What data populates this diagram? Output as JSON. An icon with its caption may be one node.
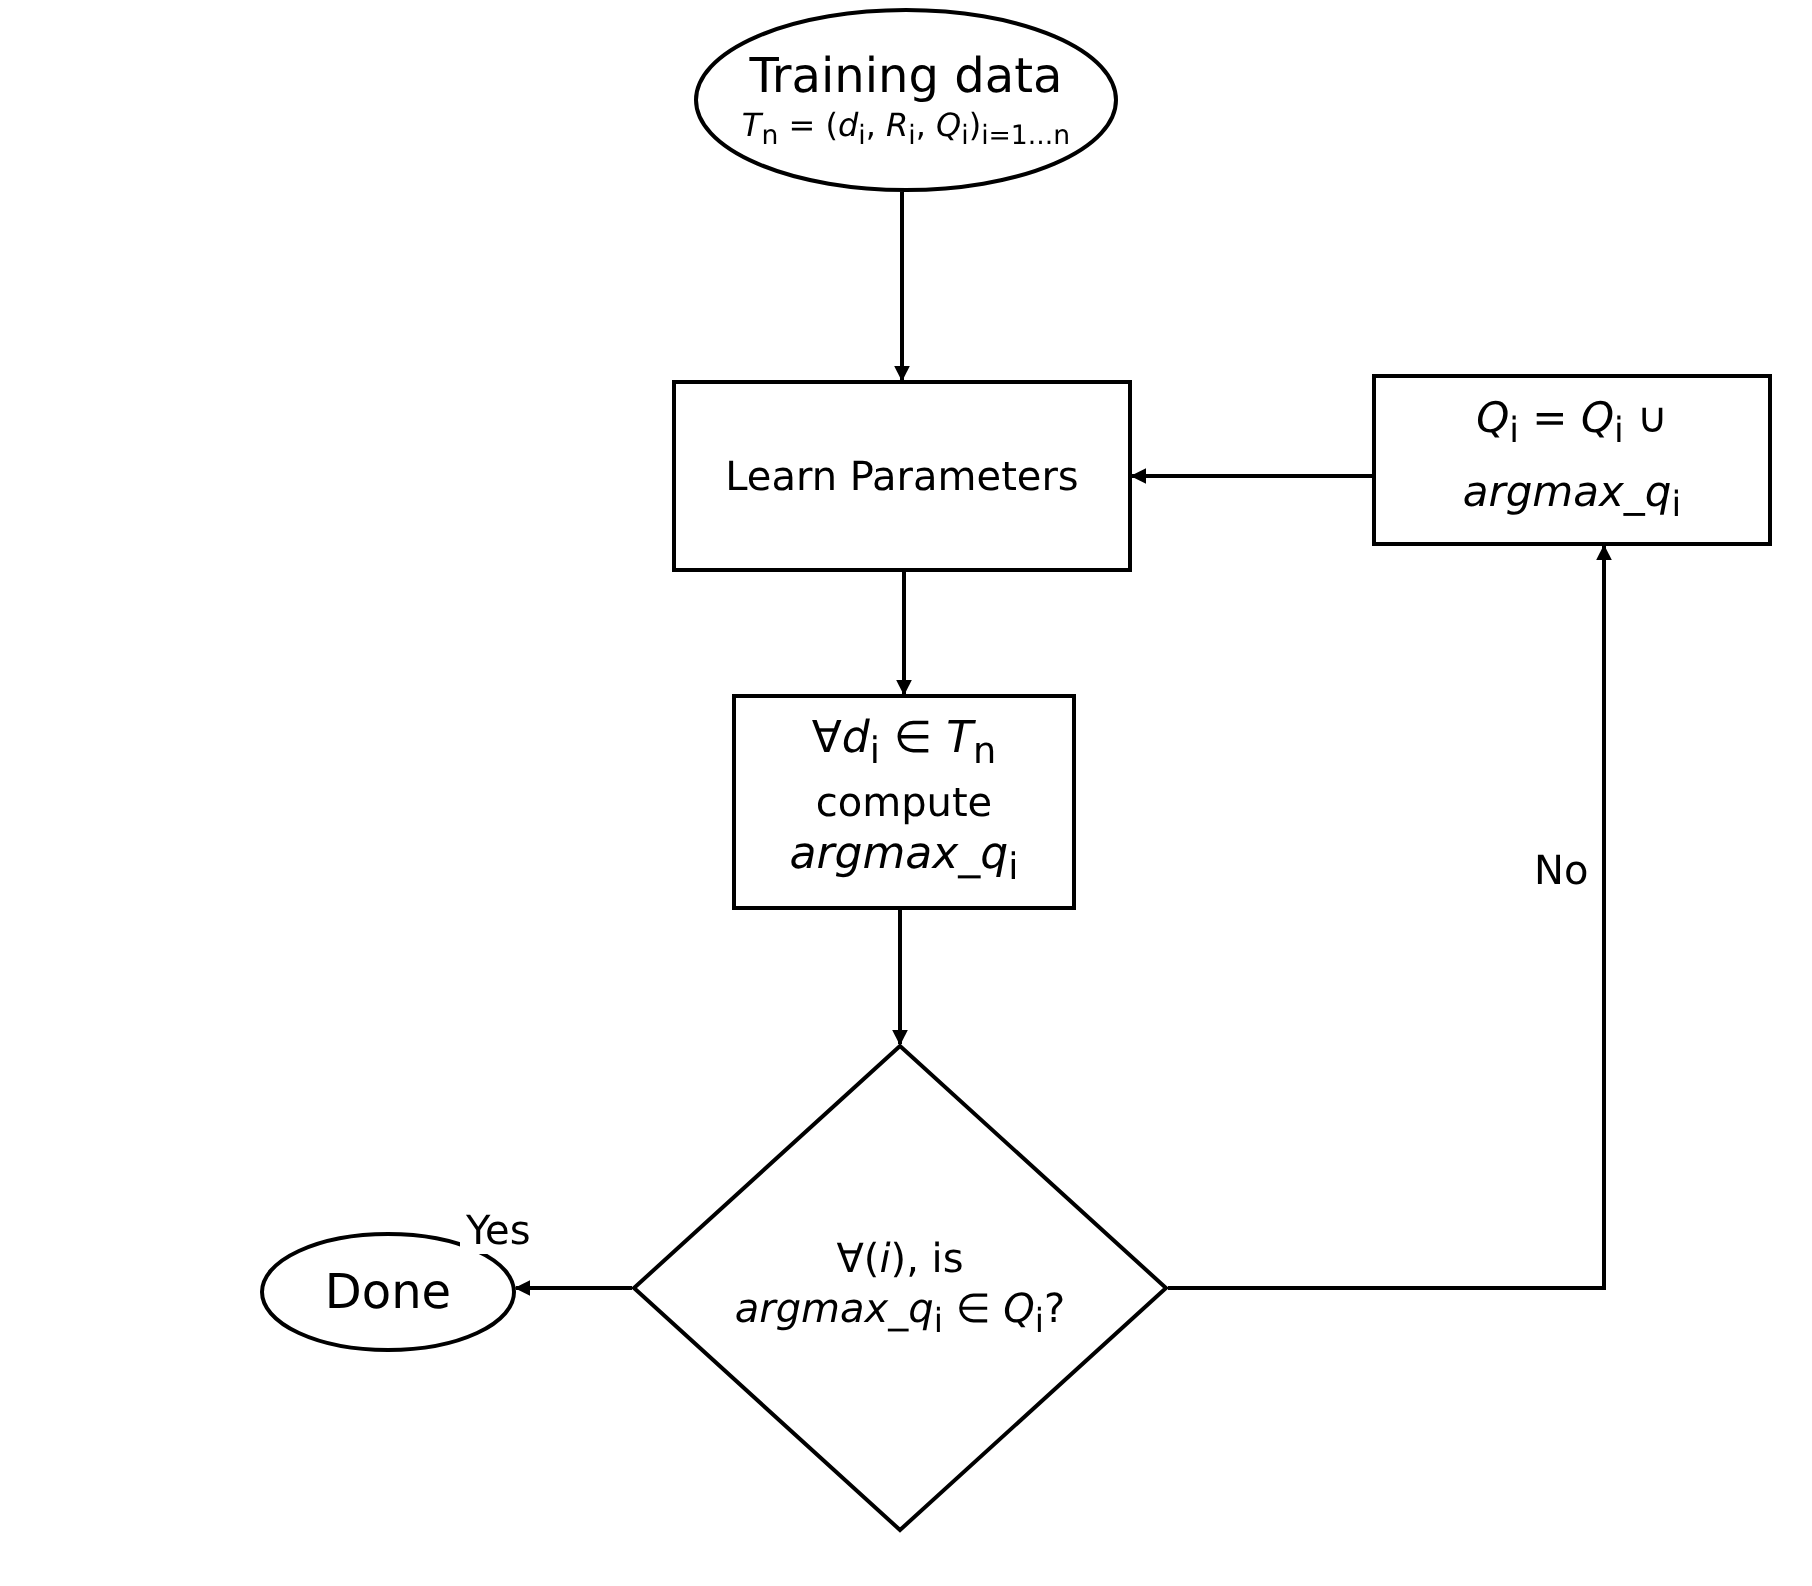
{
  "diagram": {
    "nodes": [
      {
        "text": [
          "Training data",
          "*T*$_{n}$ = (*d*$_{i}$, *R*$_{i}$, *Q*$_{i}$)$_{i=1...n}$"
        ]
      },
      {
        "text": [
          "Learn Parameters"
        ]
      },
      {
        "text": [
          "*Q*$_{i}$ = *Q*$_{i}$ ∪ *argmax_q*$_{i}$"
        ]
      },
      {
        "text": [
          "∀*d*$_{i}$ ∈ *T*$_{n}$",
          "compute",
          "*argmax_q*$_{i}$"
        ]
      },
      {
        "text": [
          "∀(*i*), is",
          "*argmax_q*$_{i}$ ∈ *Q*$_{i}$?"
        ]
      },
      {
        "text": [
          "Done"
        ]
      }
    ],
    "edges": [
      {
        "from": 0,
        "to": 1,
        "arrow": "to"
      },
      {
        "from": 1,
        "to": 3,
        "arrow": "to"
      },
      {
        "from": 3,
        "to": 4,
        "arrow": "to"
      },
      {
        "from": 4,
        "to": 5,
        "arrow": "to",
        "label": "Yes"
      },
      {
        "from": 4,
        "to": 2,
        "arrow": "to",
        "label": "No"
      },
      {
        "from": 2,
        "to": 1,
        "arrow": "to"
      }
    ]
  }
}
